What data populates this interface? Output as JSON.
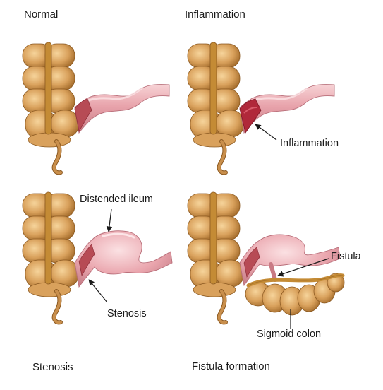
{
  "panels": [
    {
      "id": "normal",
      "title": "Normal"
    },
    {
      "id": "inflammation",
      "title": "Inflammation"
    },
    {
      "id": "stenosis",
      "title": "Stenosis"
    },
    {
      "id": "fistula",
      "title": "Fistula formation"
    }
  ],
  "labels": {
    "inflammation": "Inflammation",
    "distended_ileum": "Distended ileum",
    "stenosis": "Stenosis",
    "fistula": "Fistula",
    "sigmoid_colon": "Sigmoid colon"
  },
  "colors": {
    "colon": "#d9a15c",
    "colon_shadow": "#9c6424",
    "colon_highlight": "#f3cf92",
    "taenia": "#c48b35",
    "ileum": "#e8a3ab",
    "ileum_highlight": "#f7d3d6",
    "ileum_shadow": "#c97a84",
    "lumen": "#b74b55",
    "inflamed": "#b0283a",
    "appendix": "#c98f4c"
  }
}
